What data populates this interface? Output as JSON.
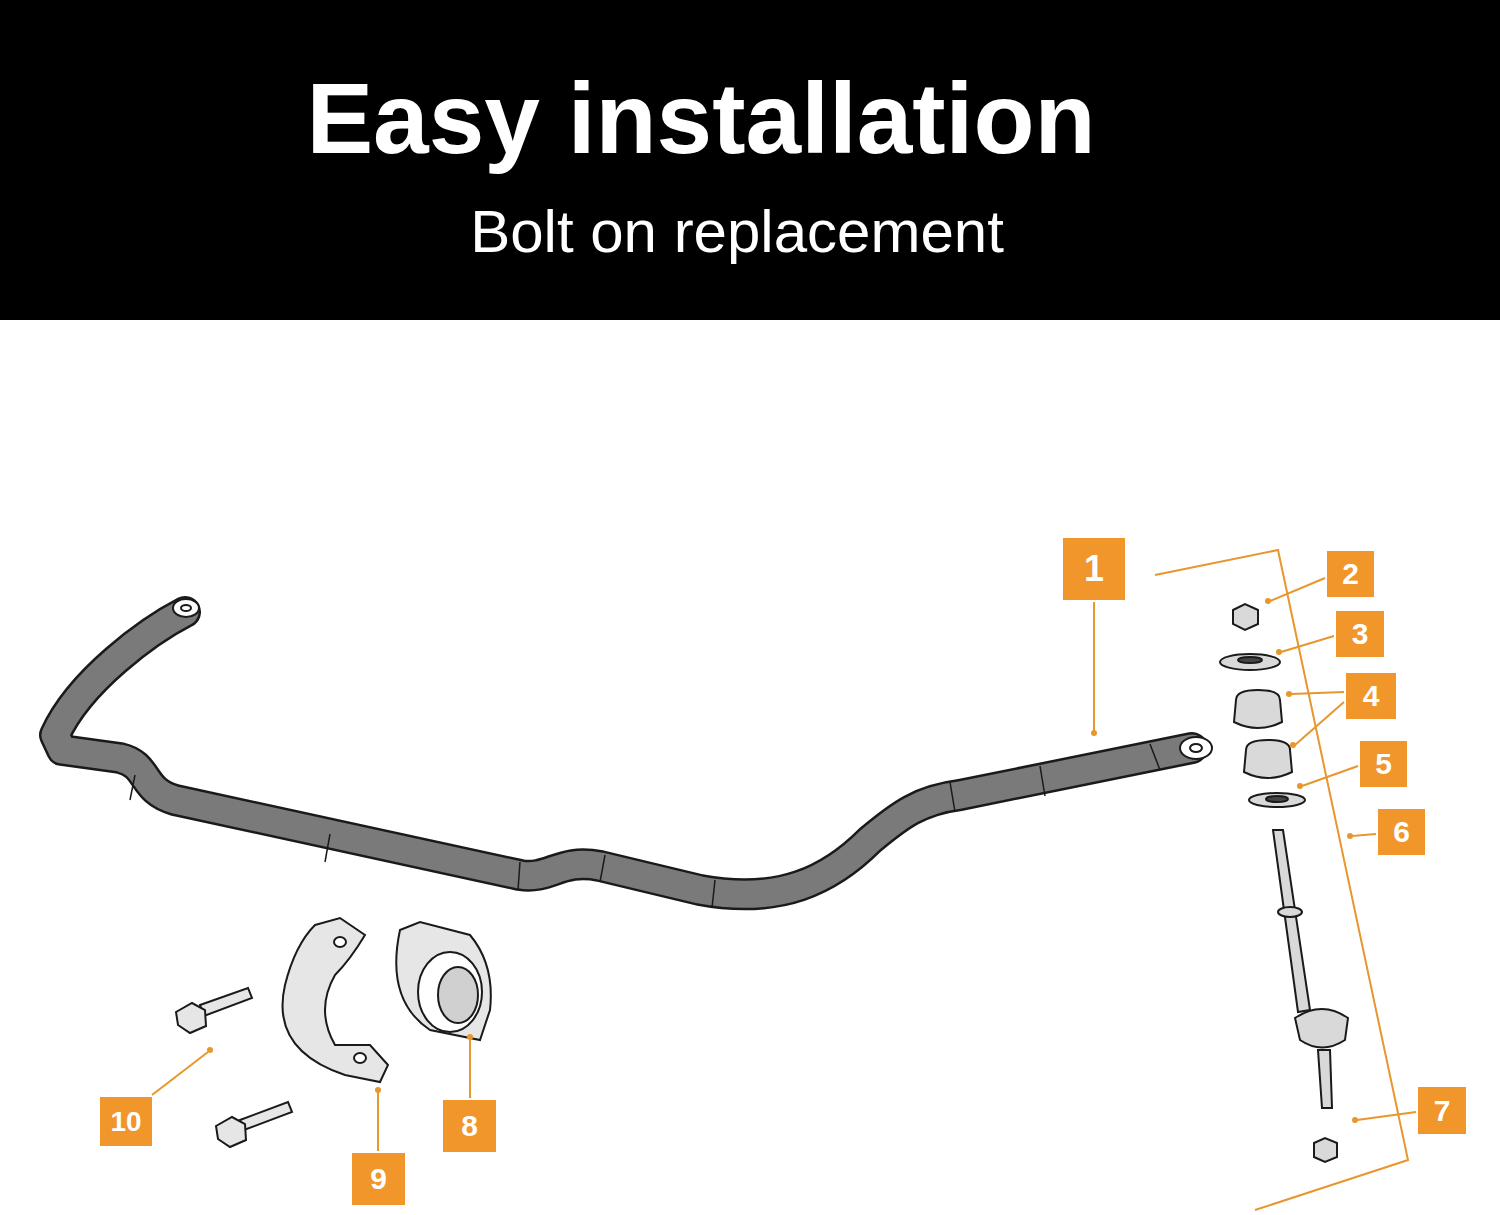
{
  "diagram": {
    "title": "Easy installation",
    "labels": [
      "Bolt on replacement",
      "1",
      "2",
      "3",
      "4",
      "5",
      "6",
      "7",
      "8",
      "9",
      "10"
    ]
  }
}
